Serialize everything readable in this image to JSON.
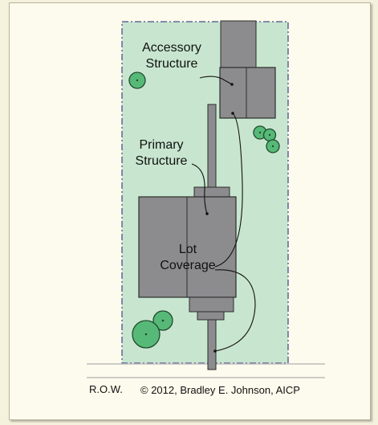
{
  "labels": {
    "accessory_line1": "Accessory",
    "accessory_line2": "Structure",
    "primary_line1": "Primary",
    "primary_line2": "Structure",
    "coverage_line1": "Lot",
    "coverage_line2": "Coverage",
    "row": "R.O.W.",
    "copyright": "© 2012, Bradley E. Johnson, AICP"
  },
  "colors": {
    "background": "#f4f1dc",
    "lot_fill": "#c8e6cf",
    "lot_border": "#4d4c8c",
    "building_fill": "#8c8c8f",
    "building_stroke": "#2c2c2c",
    "tree_fill": "#57b978",
    "tree_stroke": "#1f4a2c"
  }
}
